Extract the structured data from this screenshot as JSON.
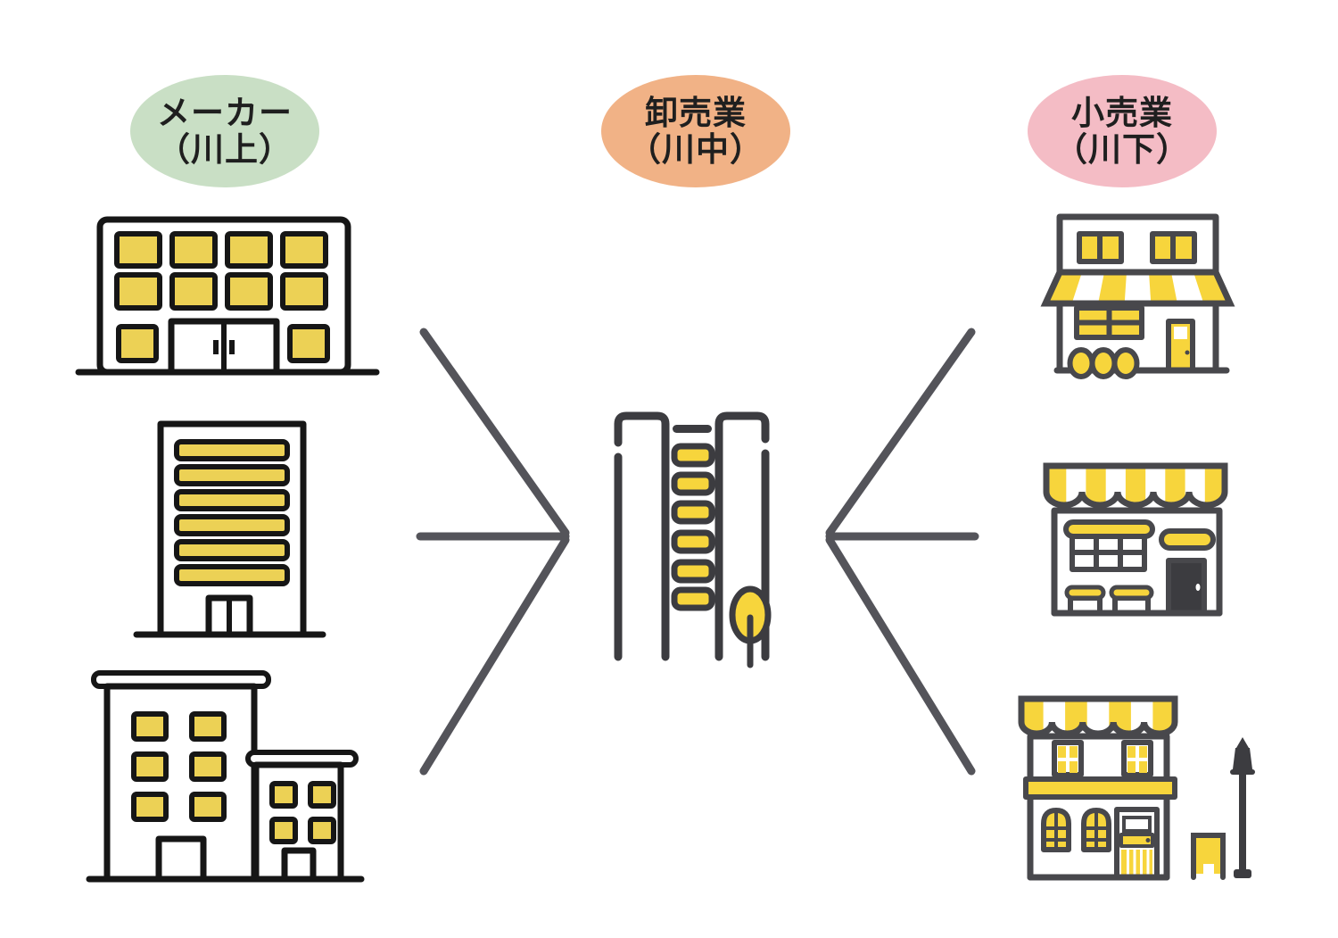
{
  "colors": {
    "background": "#ffffff",
    "label_text": "#1f1f1f",
    "maker_oval": "#c9dfc5",
    "wholesale_oval": "#f1b286",
    "retail_oval": "#f4bcc5",
    "building_yellow": "#ecd155",
    "shop_yellow": "#f7d53c",
    "outline_black": "#161616",
    "outline_gray": "#48484c",
    "charcoal": "#3c3c40",
    "arrow_gray": "#54545a"
  },
  "labels": {
    "maker": {
      "line1": "メーカー",
      "line2": "（川上）"
    },
    "wholesale": {
      "line1": "卸売業",
      "line2": "（川中）"
    },
    "retail": {
      "line1": "小売業",
      "line2": "（川下）"
    }
  },
  "icons": {
    "maker_1": "office-building-icon",
    "maker_2": "tower-building-icon",
    "maker_3": "twin-office-buildings-icon",
    "wholesale": "wholesale-towers-tree-icon",
    "retail_1": "striped-awning-shop-icon",
    "retail_2": "scalloped-awning-shop-icon",
    "retail_3": "two-story-shop-street-lamp-icon"
  },
  "arrows": {
    "left_fan": "three-lines-converging-right-arrow",
    "right_fan": "three-lines-converging-left-arrow"
  }
}
